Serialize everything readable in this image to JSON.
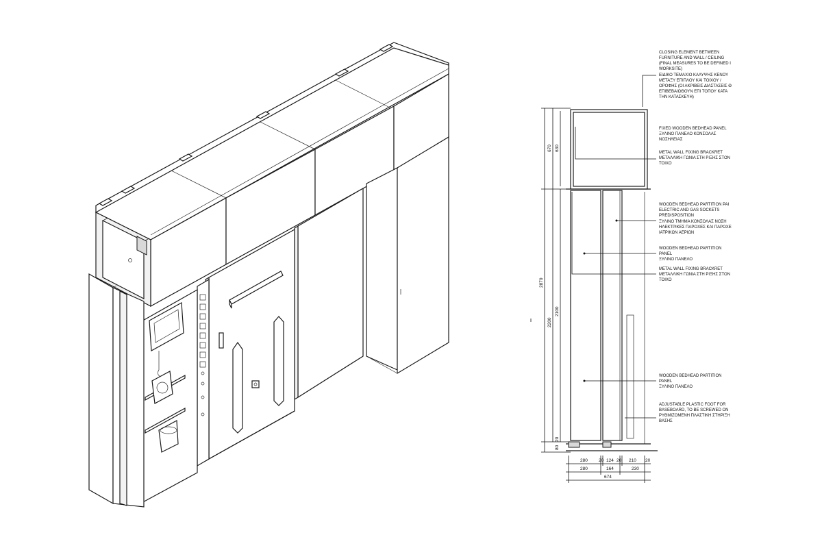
{
  "section": {
    "annotations": [
      {
        "lines": [
          "CLOSING ELEMENT BETWEEN",
          "FURNITURE AND WALL / CEILING",
          "(FINAL MEASURES TO BE DEFINED I",
          "WORKSITE)",
          "ΕΙΔΙΚΟ ΤΕΜΑΧΙΟ ΚΑΛΥΨΗΣ ΚΕΝΟΥ",
          "ΜΕΤΑΞΥ ΕΠΙΠΛΟΥ ΚΑΙ ΤΟΙΧΟΥ /",
          "ΟΡΟΦΗΣ (ΟΙ ΑΚΡΙΒΕΙΣ ΔΙΑΣΤΑΣΕΙΣ Θ",
          "ΕΠΙΒΕΒΑΙΩΘΟΥΝ ΕΠΙ ΤΟΠΟΥ ΚΑΤΑ",
          "ΤΗΝ ΚΑΤΑΣΚΕΥΗ)"
        ]
      },
      {
        "lines": [
          "FIXED WOODEN BEDHEAD PANEL",
          "ΞΥΛΙΝΟ ΠΑΝΕΛΟ ΚΟΝΣΟΛΑΣ",
          "ΝΟΣΗΛΕΙΑΣ"
        ]
      },
      {
        "lines": [
          "METAL WALL FIXING BRACKRET",
          "ΜΕΤΑΛΛΙΚΗ ΓΩΝΙΑ ΣΤΗ ΡΙΞΗΣ ΣΤΟΝ",
          "ΤΟΙΧΟ"
        ]
      },
      {
        "lines": [
          "WOODEN BEDHEAD PARTITION PAI",
          "ELECTRIC AND GAS SOCKETS",
          "PREDISPOSITION",
          "ΞΥΛΙΝΟ ΤΜΗΜΑ ΚΟΝΣΟΛΑΣ ΝΟΣΗ",
          "ΗΛΕΚΤΡΙΚΕΣ ΠΑΡΟΧΕΣ ΚΑΙ ΠΑΡΟΧΕ",
          "ΙΑΤΡΙΚΩΝ ΑΕΡΙΩΝ"
        ]
      },
      {
        "lines": [
          "WOODEN BEDHEAD PARTITION",
          "PANEL",
          "ΞΥΛΙΝΟ ΠΑΝΕΛΟ"
        ]
      },
      {
        "lines": [
          "METAL WALL FIXING BRACKRET",
          "ΜΕΤΑΛΛΙΚΗ ΓΩΝΙΑ ΣΤΗ ΡΙΞΗΣ ΣΤΟΝ",
          "ΤΟΙΧΟ"
        ]
      },
      {
        "lines": [
          "WOODEN BEDHEAD PARTITION",
          "PANEL",
          "ΞΥΛΙΝΟ ΠΑΝΕΛΟ"
        ]
      },
      {
        "lines": [
          "ADJUSTABLE PLASTIC FOOT FOR",
          "BASEBOARD, TO BE SCREWED ON",
          "ΡΥΘΜΙΖΟΜΕΝΗ ΠΛΑΣΤΙΚΗ ΣΤΗΡΙΞΗ",
          "ΒΑΣΗΣ"
        ]
      }
    ],
    "vertical_dims": {
      "total": "2870",
      "lower_outer": "2200",
      "lower_inner": "2100",
      "upper_outer": "670",
      "upper_inner": "630",
      "base_a": "80",
      "base_b": "20"
    },
    "horizontal_dims": {
      "row1": [
        "280",
        "20",
        "124",
        "20",
        "210",
        "20"
      ],
      "row2": [
        "280",
        "164",
        "230"
      ],
      "row3": [
        "674"
      ]
    }
  }
}
